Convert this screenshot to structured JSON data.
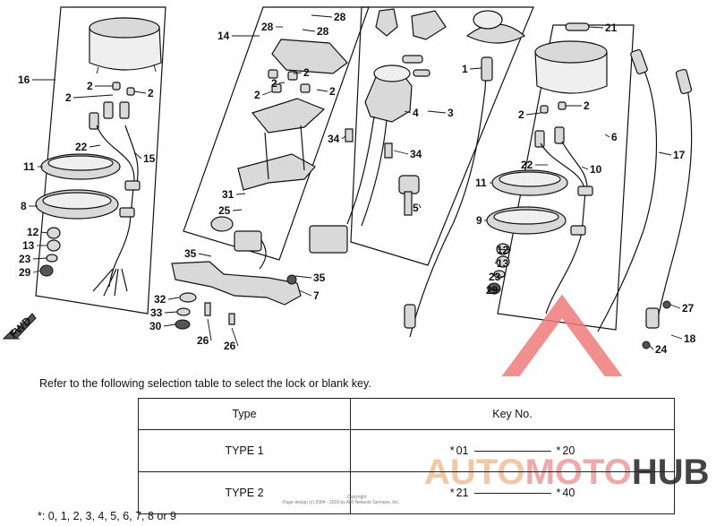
{
  "labels": [
    "16",
    "2",
    "2",
    "2",
    "22",
    "15",
    "11",
    "8",
    "12",
    "13",
    "23",
    "29",
    "14",
    "28",
    "28",
    "28",
    "2",
    "2",
    "2",
    "2",
    "31",
    "25",
    "35",
    "32",
    "33",
    "30",
    "26",
    "26",
    "7",
    "35",
    "4",
    "3",
    "34",
    "34",
    "5",
    "1",
    "21",
    "6",
    "2",
    "2",
    "22",
    "10",
    "11",
    "9",
    "12",
    "13",
    "23",
    "29",
    "17",
    "27",
    "24",
    "18"
  ],
  "fwd_label": "FWD",
  "note": "Refer to the following selection table to select the lock or blank key.",
  "table": {
    "headers": [
      "Type",
      "Key No."
    ],
    "rows": [
      {
        "type": "TYPE 1",
        "from": "01",
        "to": "20"
      },
      {
        "type": "TYPE 2",
        "from": "21",
        "to": "40"
      }
    ]
  },
  "marker": "*",
  "footnote": "*: 0, 1, 2, 3, 4, 5, 6, 7, 8 or 9",
  "copyright": {
    "line1": "Copyright",
    "line2": "Page design (c) 2004 - 2016 by ARI Network Services, Inc."
  },
  "watermark": {
    "parts": [
      "AUTO",
      "MOTO",
      "HUB"
    ],
    "colors": {
      "auto": "#f2c7a3",
      "moto": "#f0a9a9",
      "hub": "#444444",
      "triangle": "#ee7b7b"
    }
  }
}
